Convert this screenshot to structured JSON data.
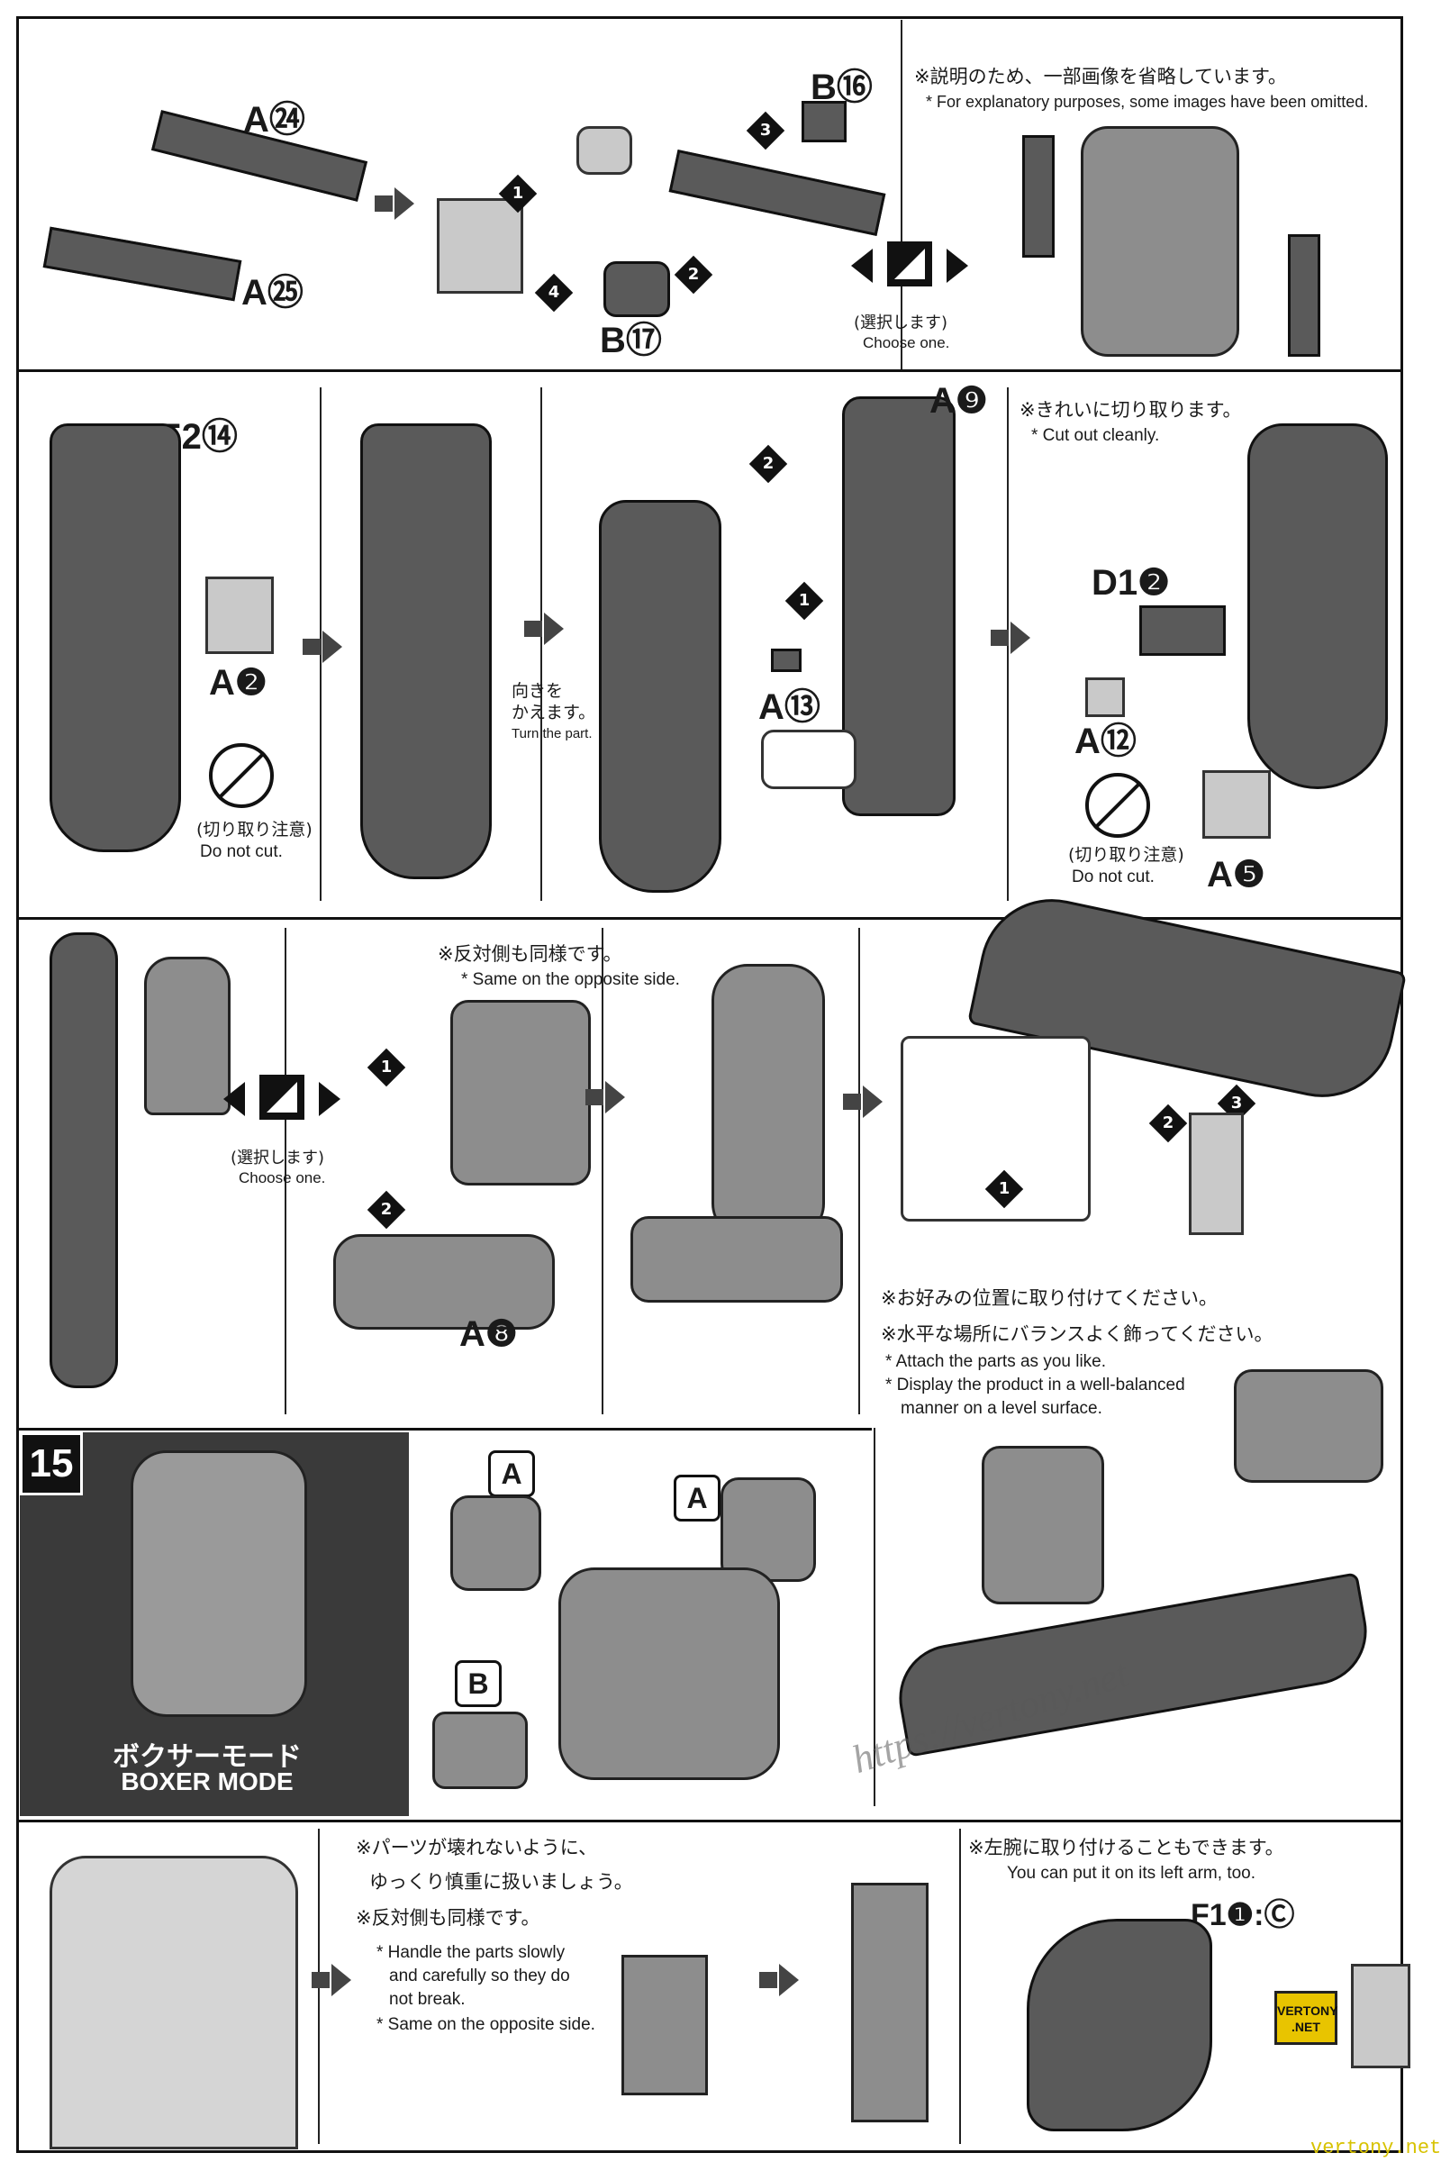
{
  "row1": {
    "label_a24": "A㉔",
    "label_a25": "A㉕",
    "label_b16": "B⑯",
    "label_b17": "B⑰",
    "choose_jp": "(選択します)",
    "choose_en": "Choose one.",
    "note_jp": "※説明のため、一部画像を省略しています。",
    "note_en": "* For explanatory purposes, some images have been omitted."
  },
  "row2": {
    "label_e2_14": "E2⑭",
    "label_a2": "A❷",
    "nocut_jp": "(切り取り注意)",
    "nocut_en": "Do not cut.",
    "turn_jp_1": "向きを",
    "turn_jp_2": "かえます。",
    "turn_en": "Turn the part.",
    "label_a9": "A❾",
    "label_a13": "A⑬",
    "cut_jp": "※きれいに切り取ります。",
    "cut_en": "* Cut out cleanly.",
    "label_d1_2": "D1❷",
    "label_a12": "A⑫",
    "nocut2_jp": "(切り取り注意)",
    "nocut2_en": "Do not cut.",
    "label_a5": "A❺"
  },
  "row3": {
    "choose_jp": "(選択します)",
    "choose_en": "Choose one.",
    "same_jp": "※反対側も同様です。",
    "same_en": "* Same on the opposite side.",
    "label_a8": "A❽",
    "attach_jp": "※お好みの位置に取り付けてください。",
    "display_jp": "※水平な場所にバランスよく飾ってください。",
    "attach_en": "* Attach the parts as you like.",
    "display_en_1": "* Display the product in a well-balanced",
    "display_en_2": "manner on a level surface."
  },
  "step15": {
    "number": "15",
    "mode_jp": "ボクサーモード",
    "mode_en": "BOXER MODE",
    "part_a_left": "A",
    "part_a_right": "A",
    "part_b": "B"
  },
  "row5": {
    "careful_jp_1": "※パーツが壊れないように、",
    "careful_jp_2": "ゆっくり慎重に扱いましょう。",
    "same_jp": "※反対側も同様です。",
    "careful_en_1": "* Handle the parts slowly",
    "careful_en_2": "and carefully so they do",
    "careful_en_3": "not break.",
    "same_en": "* Same on the opposite side.",
    "left_arm_jp": "※左腕に取り付けることもできます。",
    "left_arm_en": "You can put it on its left arm, too.",
    "label_f1": "F1❶:Ⓒ"
  },
  "watermark": {
    "url": "https://vertony.net",
    "badge_1": "VERTONY",
    "badge_2": ".NET",
    "footer": "vertony.net"
  }
}
